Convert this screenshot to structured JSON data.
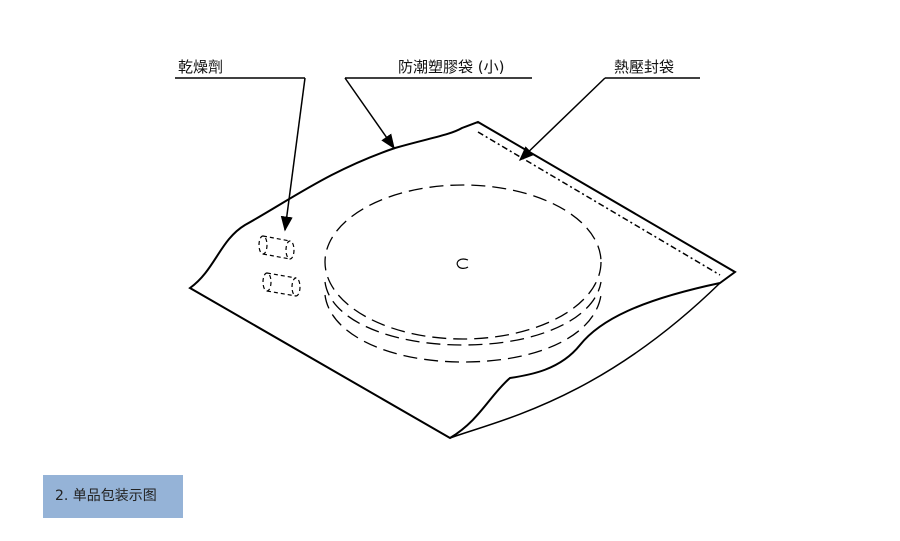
{
  "labels": {
    "desiccant": "乾燥劑",
    "moisture_bag": "防潮塑膠袋 (小)",
    "heat_seal": "熱壓封袋"
  },
  "caption": "2. 单品包装示图",
  "disc_mark": "C"
}
